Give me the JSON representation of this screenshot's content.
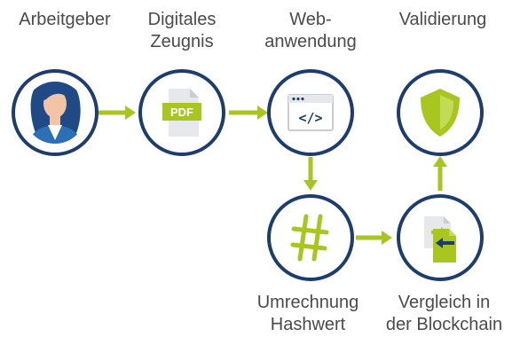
{
  "labels": {
    "employer": "Arbeitgeber",
    "certificate_l1": "Digitales",
    "certificate_l2": "Zeugnis",
    "webapp_l1": "Web-",
    "webapp_l2": "anwendung",
    "validation": "Validierung",
    "hash_l1": "Umrechnung",
    "hash_l2": "Hashwert",
    "compare_l1": "Vergleich in",
    "compare_l2": "der Blockchain"
  },
  "pdf_text": "PDF",
  "code_text": "</>",
  "colors": {
    "navy": "#1c3d6e",
    "green": "#a8c520",
    "text": "#4a4a4a",
    "doc_gray": "#e6e8ec",
    "doc_fold": "#c9ccd3",
    "hair": "#1f4a86",
    "skin": "#f3c3a8",
    "blazer": "#2d6fb5"
  },
  "icons": {
    "employer": "woman-avatar-icon",
    "certificate": "pdf-document-icon",
    "webapp": "code-window-icon",
    "validation": "shield-icon",
    "hash": "hash-icon",
    "compare": "compare-document-icon"
  }
}
